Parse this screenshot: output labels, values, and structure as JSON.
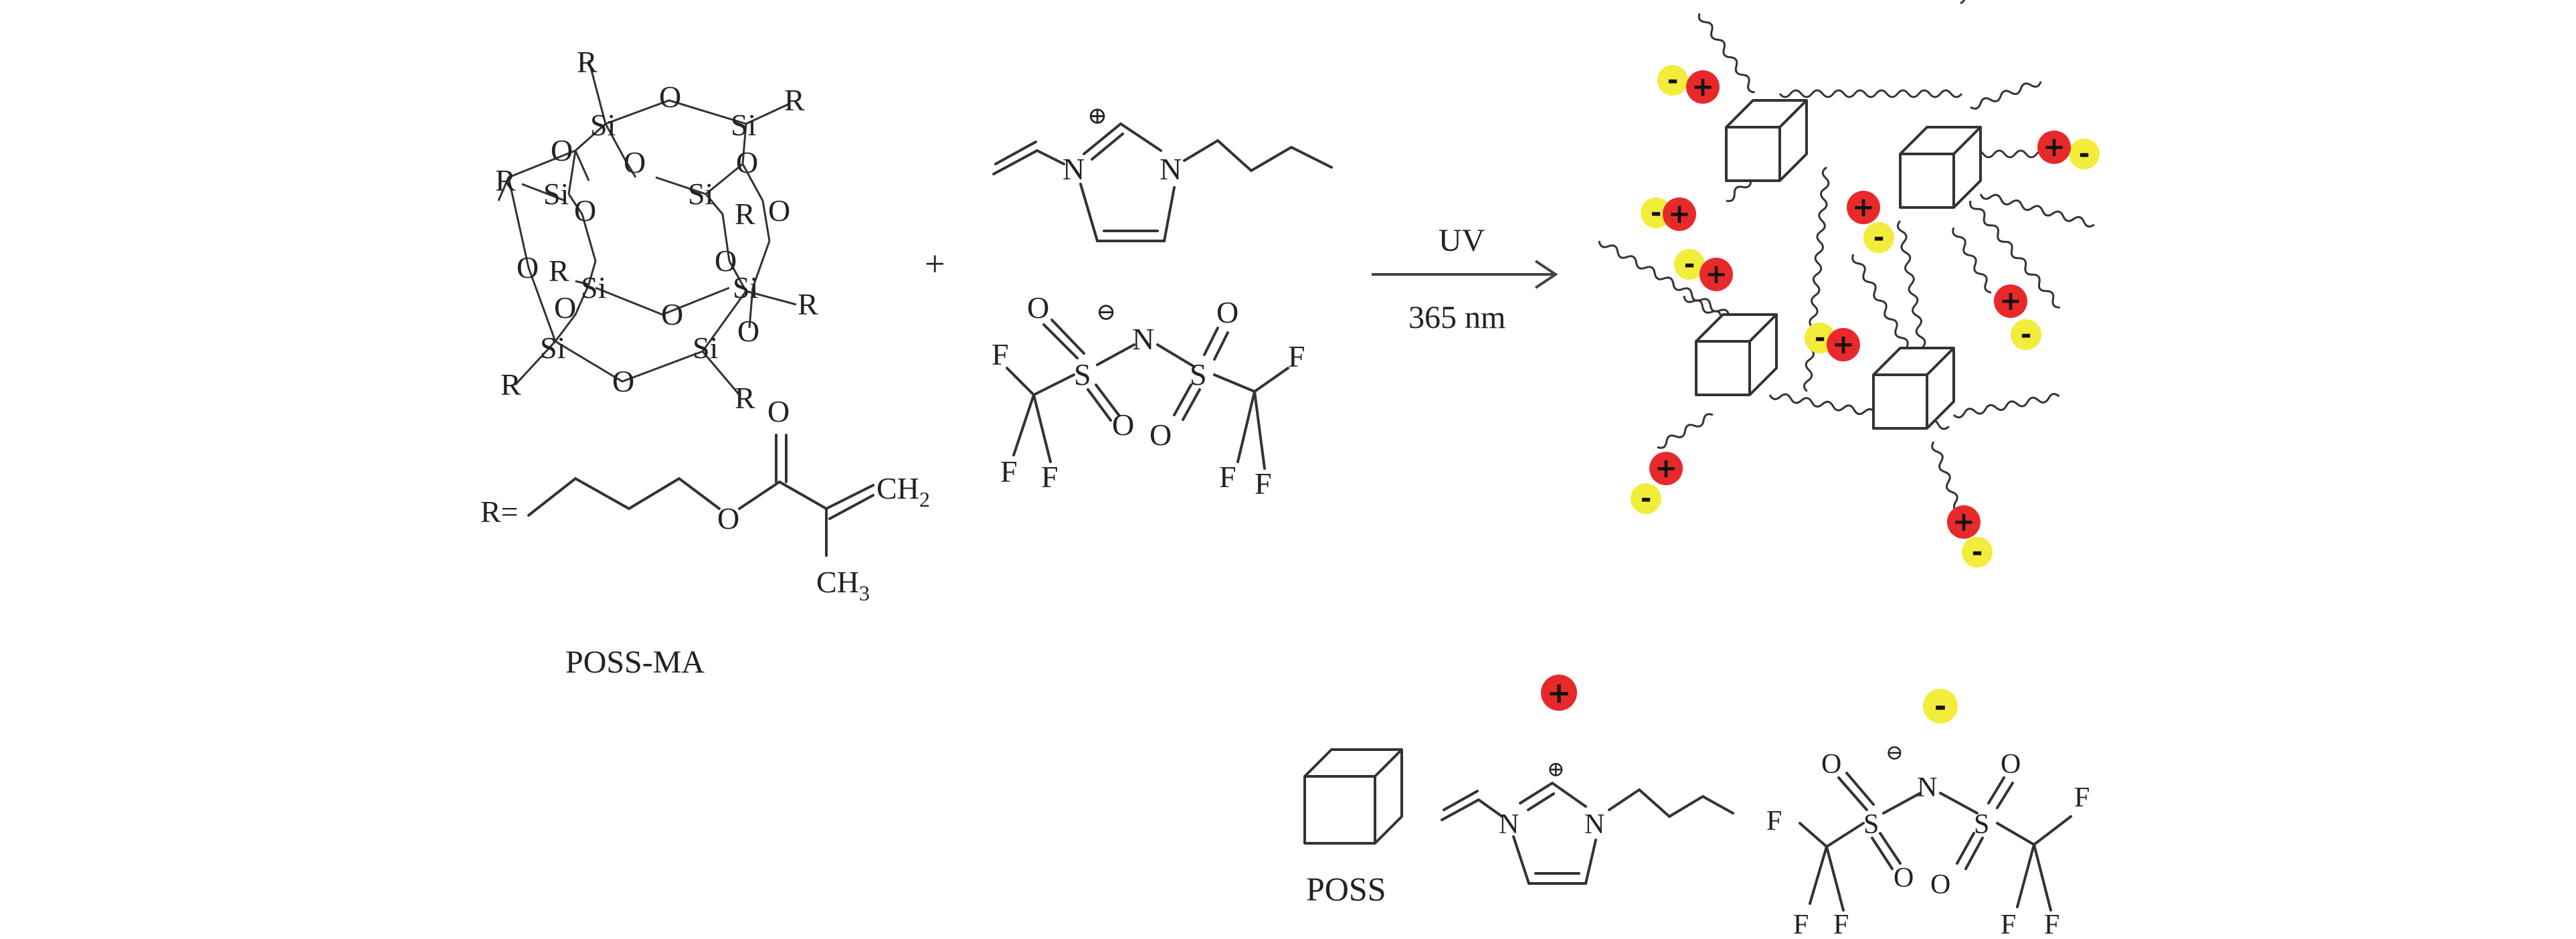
{
  "poss_ma": {
    "si": "Si",
    "o": "O",
    "r": "R",
    "r_eq": "R=",
    "ch2": "CH",
    "ch2_sub": "2",
    "ch3": "CH",
    "ch3_sub": "3",
    "name": "POSS-MA"
  },
  "plus_sign": "+",
  "il": {
    "n": "N",
    "s": "S",
    "o": "O",
    "f": "F",
    "cation_charge": "⊕",
    "anion_charge": "⊖"
  },
  "arrow": {
    "above": "UV",
    "below": "365 nm"
  },
  "network": {
    "cation_sign": "+",
    "anion_sign": "-"
  },
  "legend": {
    "poss_label": "POSS",
    "cation_sign": "+",
    "anion_sign": "-"
  },
  "colors": {
    "cation": "#e8292b",
    "anion": "#f2ec3b"
  }
}
